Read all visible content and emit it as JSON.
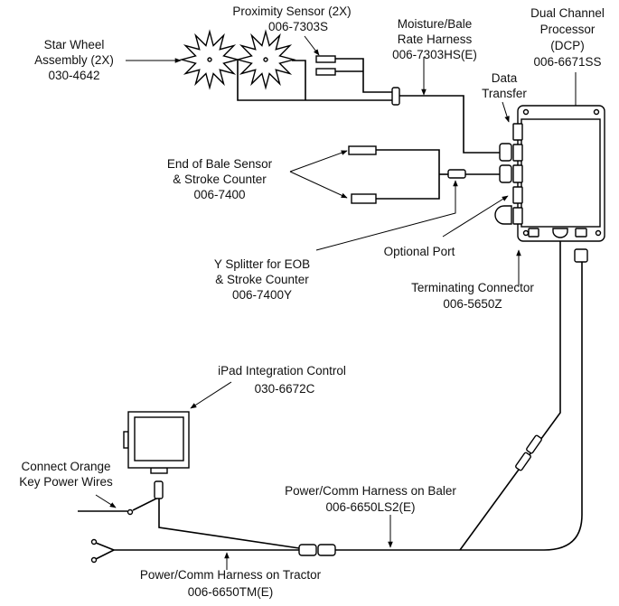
{
  "labels": {
    "proximity_sensor": [
      "Proximity Sensor (2X)",
      "006-7303S"
    ],
    "star_wheel": [
      "Star Wheel",
      "Assembly (2X)",
      "030-4642"
    ],
    "moisture_harness": [
      "Moisture/Bale",
      "Rate Harness",
      "006-7303HS(E)"
    ],
    "dcp": [
      "Dual Channel",
      "Processor",
      "(DCP)",
      "006-6671SS"
    ],
    "data_transfer": [
      "Data",
      "Transfer"
    ],
    "eob_sensor": [
      "End of Bale Sensor",
      "& Stroke Counter",
      "006-7400"
    ],
    "optional_port": "Optional Port",
    "y_splitter": [
      "Y Splitter for EOB",
      "& Stroke Counter",
      "006-7400Y"
    ],
    "terminating_connector": [
      "Terminating Connector",
      "006-5650Z"
    ],
    "ipad_control": [
      "iPad Integration Control",
      "030-6672C"
    ],
    "key_power": [
      "Connect Orange",
      "Key Power Wires"
    ],
    "baler_harness": [
      "Power/Comm Harness on Baler",
      "006-6650LS2(E)"
    ],
    "tractor_harness": [
      "Power/Comm Harness on Tractor",
      "006-6650TM(E)"
    ]
  }
}
